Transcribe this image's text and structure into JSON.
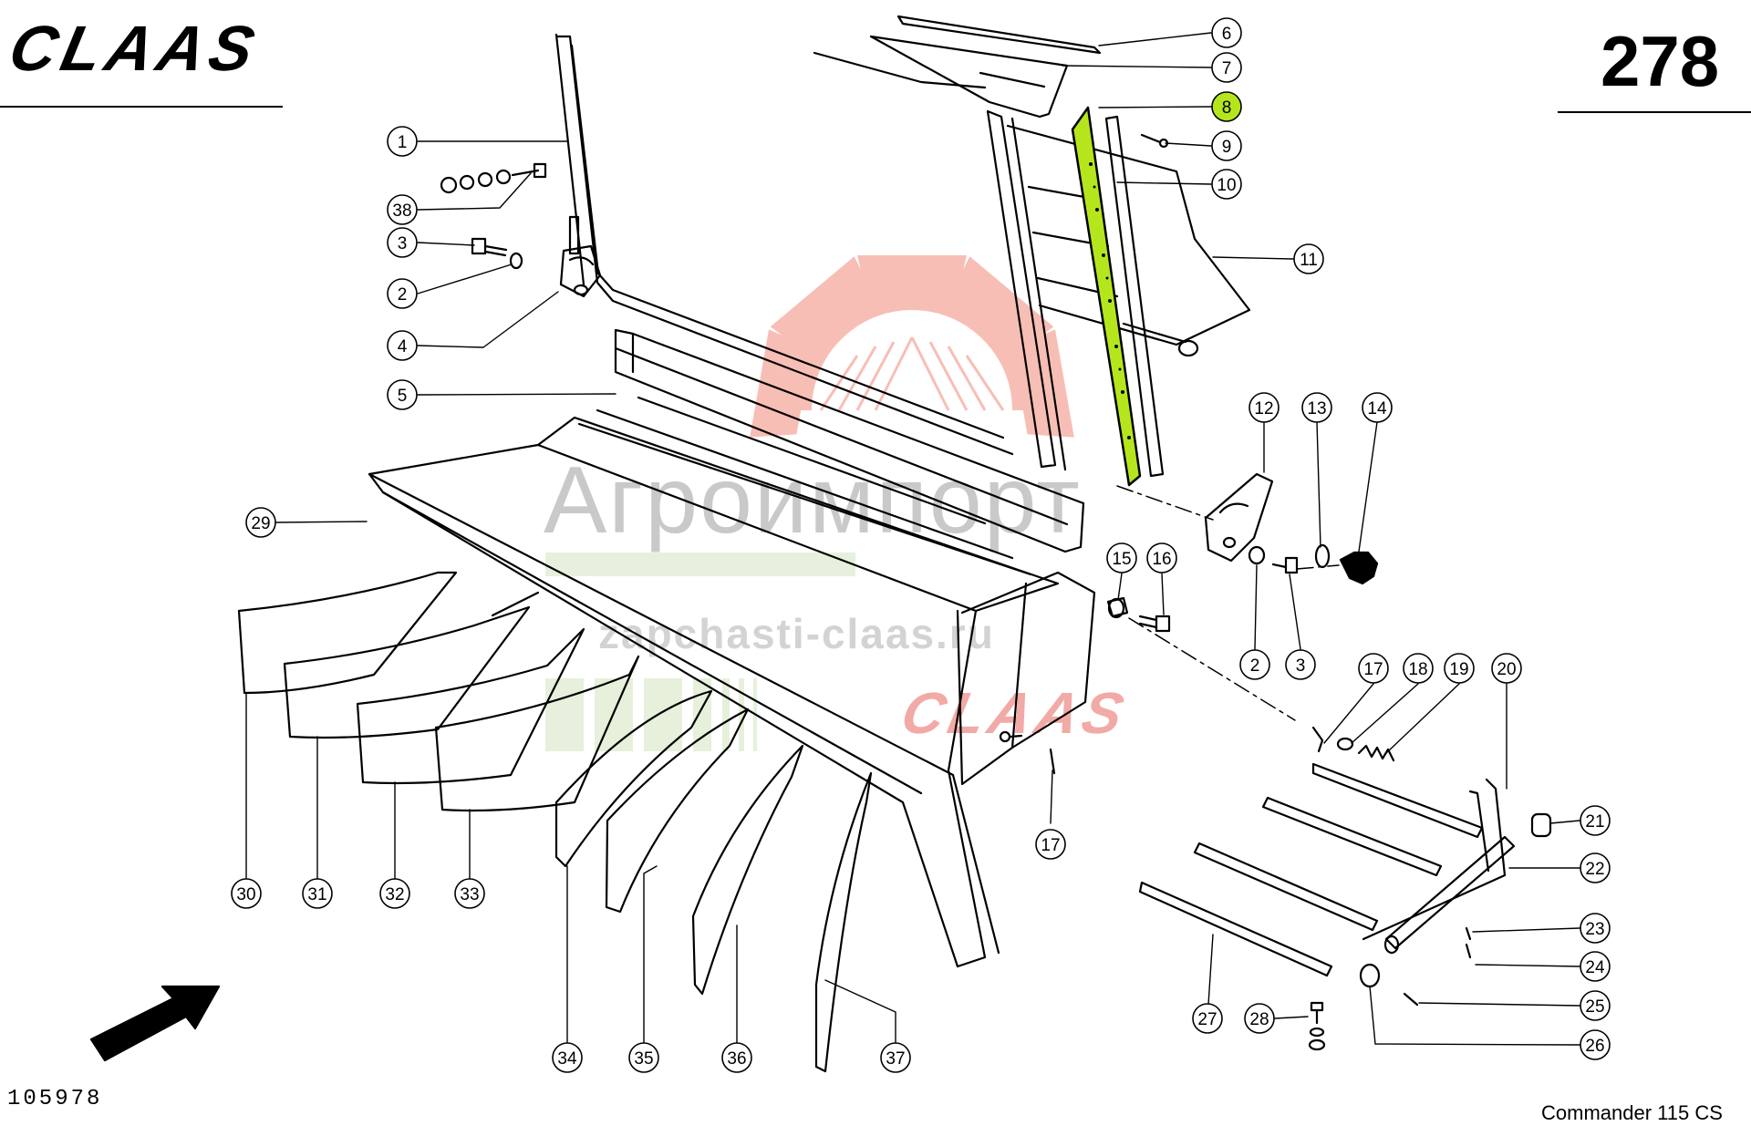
{
  "header": {
    "brand_logo": "CLAAS",
    "page_number": "278"
  },
  "footer": {
    "drawing_number": "105978",
    "model": "Commander 115 CS"
  },
  "watermark": {
    "company": "Агроимпорт",
    "url": "zapchasti-claas.ru",
    "brand": "CLAAS",
    "logo_color": "#f28a7a"
  },
  "highlight": {
    "part_number": "8",
    "color": "#b5e61d"
  },
  "callouts": [
    {
      "id": "c1",
      "label": "1"
    },
    {
      "id": "c38",
      "label": "38"
    },
    {
      "id": "c3a",
      "label": "3"
    },
    {
      "id": "c2a",
      "label": "2"
    },
    {
      "id": "c4",
      "label": "4"
    },
    {
      "id": "c5",
      "label": "5"
    },
    {
      "id": "c6",
      "label": "6"
    },
    {
      "id": "c7",
      "label": "7"
    },
    {
      "id": "c8",
      "label": "8"
    },
    {
      "id": "c9",
      "label": "9"
    },
    {
      "id": "c10",
      "label": "10"
    },
    {
      "id": "c11",
      "label": "11"
    },
    {
      "id": "c12",
      "label": "12"
    },
    {
      "id": "c13",
      "label": "13"
    },
    {
      "id": "c14",
      "label": "14"
    },
    {
      "id": "c15",
      "label": "15"
    },
    {
      "id": "c16",
      "label": "16"
    },
    {
      "id": "c2b",
      "label": "2"
    },
    {
      "id": "c3b",
      "label": "3"
    },
    {
      "id": "c17a",
      "label": "17"
    },
    {
      "id": "c18",
      "label": "18"
    },
    {
      "id": "c19",
      "label": "19"
    },
    {
      "id": "c20",
      "label": "20"
    },
    {
      "id": "c17b",
      "label": "17"
    },
    {
      "id": "c21",
      "label": "21"
    },
    {
      "id": "c22",
      "label": "22"
    },
    {
      "id": "c23",
      "label": "23"
    },
    {
      "id": "c24",
      "label": "24"
    },
    {
      "id": "c25",
      "label": "25"
    },
    {
      "id": "c26",
      "label": "26"
    },
    {
      "id": "c27",
      "label": "27"
    },
    {
      "id": "c28",
      "label": "28"
    },
    {
      "id": "c29",
      "label": "29"
    },
    {
      "id": "c30",
      "label": "30"
    },
    {
      "id": "c31",
      "label": "31"
    },
    {
      "id": "c32",
      "label": "32"
    },
    {
      "id": "c33",
      "label": "33"
    },
    {
      "id": "c34",
      "label": "34"
    },
    {
      "id": "c35",
      "label": "35"
    },
    {
      "id": "c36",
      "label": "36"
    },
    {
      "id": "c37",
      "label": "37"
    }
  ]
}
